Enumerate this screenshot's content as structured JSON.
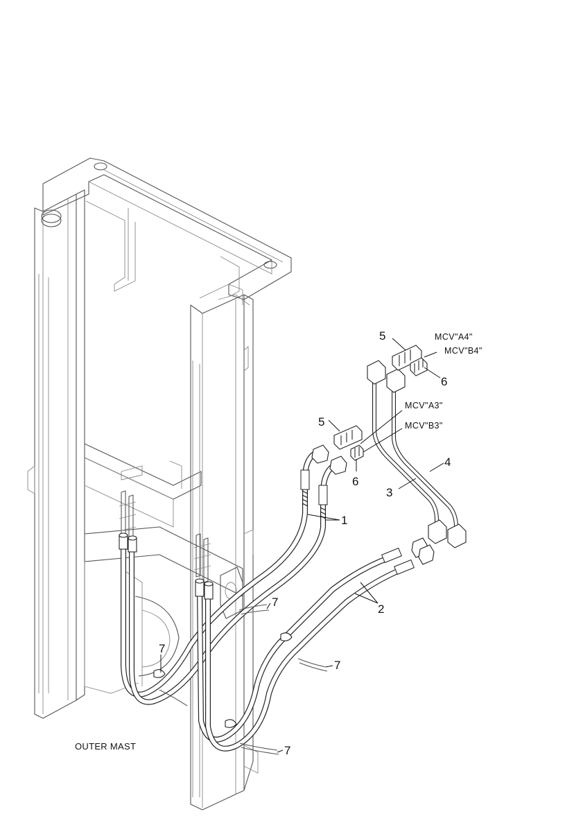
{
  "labels": {
    "outer_mast": "OUTER MAST",
    "mcv_a4": "MCV\"A4\"",
    "mcv_b4": "MCV\"B4\"",
    "mcv_a3": "MCV\"A3\"",
    "mcv_b3": "MCV\"B3\""
  },
  "callouts": {
    "c1": "1",
    "c2": "2",
    "c3": "3",
    "c4": "4",
    "c5_upper": "5",
    "c5_lower": "5",
    "c6_upper": "6",
    "c6_lower": "6",
    "c7_a": "7",
    "c7_b": "7",
    "c7_c": "7",
    "c7_d": "7"
  },
  "colors": {
    "line": "#222222",
    "frame": "#555555",
    "background": "#ffffff"
  }
}
